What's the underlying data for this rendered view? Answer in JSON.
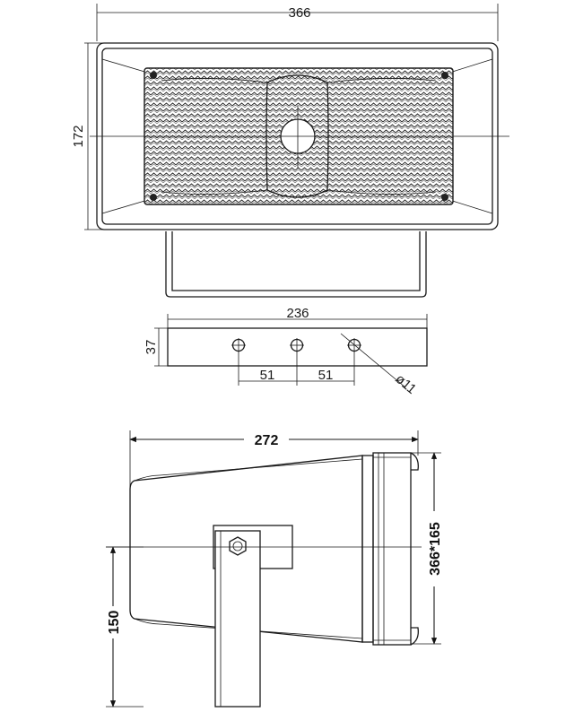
{
  "front_view": {
    "width_label": "366",
    "height_label": "172"
  },
  "bracket_view": {
    "width_label": "236",
    "height_label": "37",
    "spacing_left_label": "51",
    "spacing_right_label": "51",
    "hole_label": "ø11"
  },
  "side_view": {
    "depth_label": "272",
    "face_label": "366*165",
    "axis_height_label": "150"
  }
}
